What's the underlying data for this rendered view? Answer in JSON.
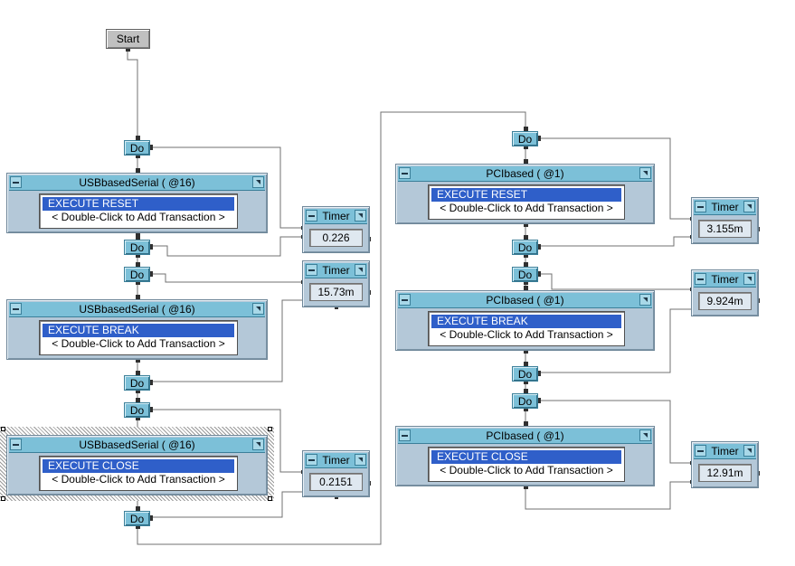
{
  "start": {
    "label": "Start"
  },
  "do_label": "Do",
  "usb_panels": [
    {
      "title": "USBbasedSerial ( @16)",
      "transaction": "EXECUTE RESET",
      "add_hint": "< Double-Click to Add Transaction >"
    },
    {
      "title": "USBbasedSerial ( @16)",
      "transaction": "EXECUTE BREAK",
      "add_hint": "< Double-Click to Add Transaction >"
    },
    {
      "title": "USBbasedSerial ( @16)",
      "transaction": "EXECUTE CLOSE",
      "add_hint": "< Double-Click to Add Transaction >"
    }
  ],
  "pci_panels": [
    {
      "title": "PCIbased ( @1)",
      "transaction": "EXECUTE RESET",
      "add_hint": "< Double-Click to Add Transaction >"
    },
    {
      "title": "PCIbased ( @1)",
      "transaction": "EXECUTE BREAK",
      "add_hint": "< Double-Click to Add Transaction >"
    },
    {
      "title": "PCIbased ( @1)",
      "transaction": "EXECUTE CLOSE",
      "add_hint": "< Double-Click to Add Transaction >"
    }
  ],
  "timers": [
    {
      "title": "Timer",
      "value": "0.226"
    },
    {
      "title": "Timer",
      "value": "15.73m"
    },
    {
      "title": "Timer",
      "value": "0.2151"
    },
    {
      "title": "Timer",
      "value": "3.155m"
    },
    {
      "title": "Timer",
      "value": "9.924m"
    },
    {
      "title": "Timer",
      "value": "12.91m"
    }
  ],
  "colors": {
    "canvas": "#ffffff",
    "object_title": "#7cc0d8",
    "panel_body": "#b4c8d8",
    "transaction_selected": "#2f5fc9",
    "wire": "#606060"
  }
}
